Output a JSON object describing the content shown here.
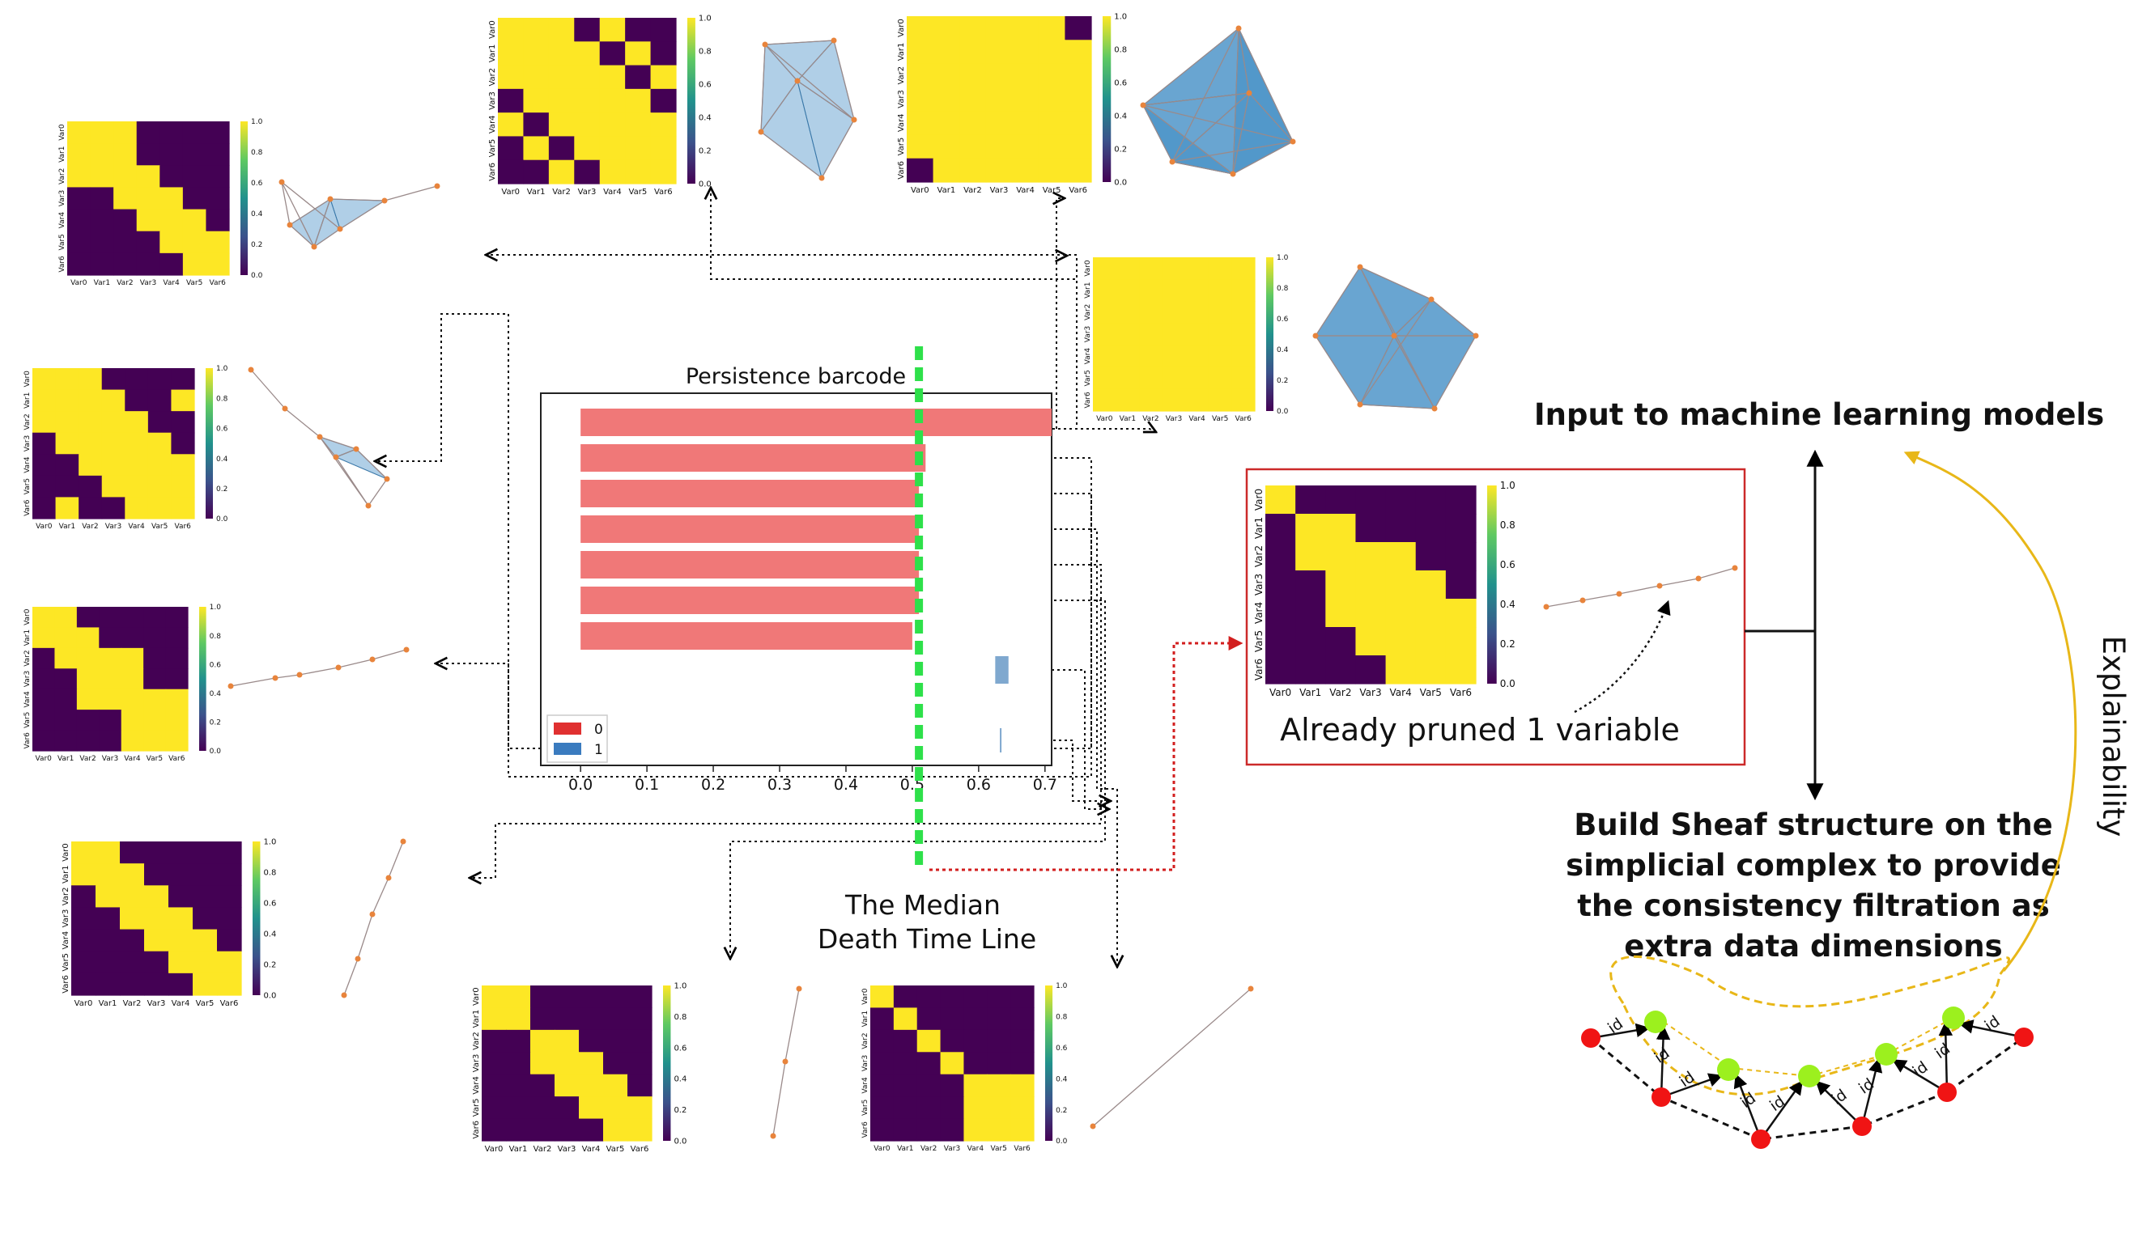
{
  "barcode": {
    "title": "Persistence barcode",
    "xticks": [
      "0.0",
      "0.1",
      "0.2",
      "0.3",
      "0.4",
      "0.5",
      "0.6",
      "0.7"
    ],
    "xrange": [
      -0.06,
      0.71
    ],
    "h0_deaths": [
      0.71,
      0.52,
      0.51,
      0.51,
      0.51,
      0.51,
      0.5
    ],
    "h1_bars": [
      [
        0.625,
        0.645
      ],
      [
        0.632,
        0.634
      ]
    ],
    "legend": [
      {
        "label": "0",
        "color": "#e03030"
      },
      {
        "label": "1",
        "color": "#3a7bbf"
      }
    ],
    "bar_color_h0": "#f07878",
    "bar_color_h1": "#7fa8cf",
    "median": 0.51
  },
  "median_line": {
    "label_line1": "The Median",
    "label_line2": "Death Time Line",
    "color": "#2ee04a"
  },
  "matrix_var_labels": [
    "Var0",
    "Var1",
    "Var2",
    "Var3",
    "Var4",
    "Var5",
    "Var6"
  ],
  "colorbar_ticks": [
    "1.0",
    "0.8",
    "0.6",
    "0.4",
    "0.2",
    "0.0"
  ],
  "colors": {
    "yellow": "#fde725",
    "purple": "#440154",
    "simplex": "#4f95c9",
    "node": "#e8843c",
    "red_box": "#cc2a2a",
    "arrow_gold": "#e8b718",
    "sheaf_red": "#f01414",
    "sheaf_green": "#9cf01e"
  },
  "pruned": {
    "label": "Already pruned 1 variable"
  },
  "right": {
    "input_label": "Input to machine learning models",
    "sheaf_lines": [
      "Build Sheaf structure on the",
      "simplicial complex to provide",
      "the consistency filtration as",
      "extra data dimensions"
    ],
    "explain_label": "Explainability",
    "edge_label": "id"
  }
}
